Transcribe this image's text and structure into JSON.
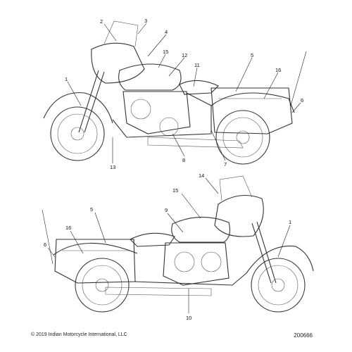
{
  "callouts_upper": [
    "1",
    "2",
    "3",
    "4",
    "15",
    "12",
    "11",
    "5",
    "16",
    "6",
    "7",
    "8",
    "13"
  ],
  "callouts_lower": [
    "14",
    "15",
    "9",
    "5",
    "16",
    "6",
    "1",
    "10"
  ],
  "footer": {
    "copyright": "© 2019 Indian Motorcycle International, LLC",
    "part_number": "200666"
  },
  "colors": {
    "line": "#333333",
    "background": "#ffffff"
  }
}
